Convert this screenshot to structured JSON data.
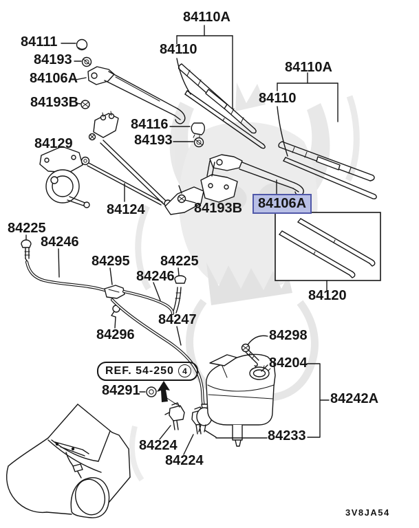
{
  "diagram": {
    "type": "parts-exploded-diagram",
    "subject": "windshield wiper and washer system",
    "code": "3V8JA54",
    "ref_label": {
      "text": "REF. 54-250",
      "number": "4"
    },
    "highlight": {
      "part": "84106A",
      "fill": "#b9c0e6",
      "border": "#4f57a8"
    },
    "labels": [
      {
        "id": "84111",
        "text": "84111"
      },
      {
        "id": "84193-top",
        "text": "84193"
      },
      {
        "id": "84106a-left",
        "text": "84106A"
      },
      {
        "id": "84193b-left",
        "text": "84193B"
      },
      {
        "id": "84110a-top",
        "text": "84110A"
      },
      {
        "id": "84110-top",
        "text": "84110"
      },
      {
        "id": "84110a-right",
        "text": "84110A"
      },
      {
        "id": "84110-right",
        "text": "84110"
      },
      {
        "id": "84116",
        "text": "84116"
      },
      {
        "id": "84193-mid",
        "text": "84193"
      },
      {
        "id": "84129",
        "text": "84129"
      },
      {
        "id": "84124",
        "text": "84124"
      },
      {
        "id": "84193b-center",
        "text": "84193B"
      },
      {
        "id": "84106a-highlight",
        "text": "84106A"
      },
      {
        "id": "84120",
        "text": "84120"
      },
      {
        "id": "84225-left",
        "text": "84225"
      },
      {
        "id": "84246-left",
        "text": "84246"
      },
      {
        "id": "84295",
        "text": "84295"
      },
      {
        "id": "84225-right",
        "text": "84225"
      },
      {
        "id": "84246-right",
        "text": "84246"
      },
      {
        "id": "84247",
        "text": "84247"
      },
      {
        "id": "84296",
        "text": "84296"
      },
      {
        "id": "84291",
        "text": "84291"
      },
      {
        "id": "84298",
        "text": "84298"
      },
      {
        "id": "84204",
        "text": "84204"
      },
      {
        "id": "84242a",
        "text": "84242A"
      },
      {
        "id": "84233",
        "text": "84233"
      },
      {
        "id": "84224-left",
        "text": "84224"
      },
      {
        "id": "84224-right",
        "text": "84224"
      }
    ]
  }
}
